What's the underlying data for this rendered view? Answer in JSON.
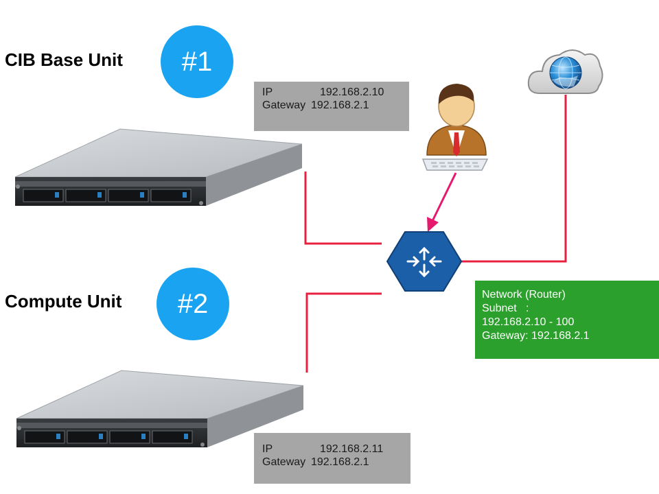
{
  "units": [
    {
      "label": "CIB Base Unit",
      "badge": "#1",
      "ip_key": "IP",
      "ip": "192.168.2.10",
      "gw_key": "Gateway",
      "gateway": "192.168.2.1"
    },
    {
      "label": "Compute  Unit",
      "badge": "#2",
      "ip_key": "IP",
      "ip": "192.168.2.11",
      "gw_key": "Gateway",
      "gateway": "192.168.2.1"
    }
  ],
  "network": {
    "line1": "Network (Router)",
    "line2": "Subnet   :",
    "line3": "192.168.2.10 - 100",
    "line4": "Gateway: 192.168.2.1"
  },
  "colors": {
    "badge": "#1aa3f0",
    "link": "#e8203f",
    "router": "#1a5fa8",
    "network_box": "#2ca02c",
    "ip_box": "#a6a6a6"
  },
  "icons": {
    "server": "rack-server-icon",
    "router": "router-icon",
    "user": "user-at-keyboard-icon",
    "internet": "internet-cloud-icon"
  }
}
